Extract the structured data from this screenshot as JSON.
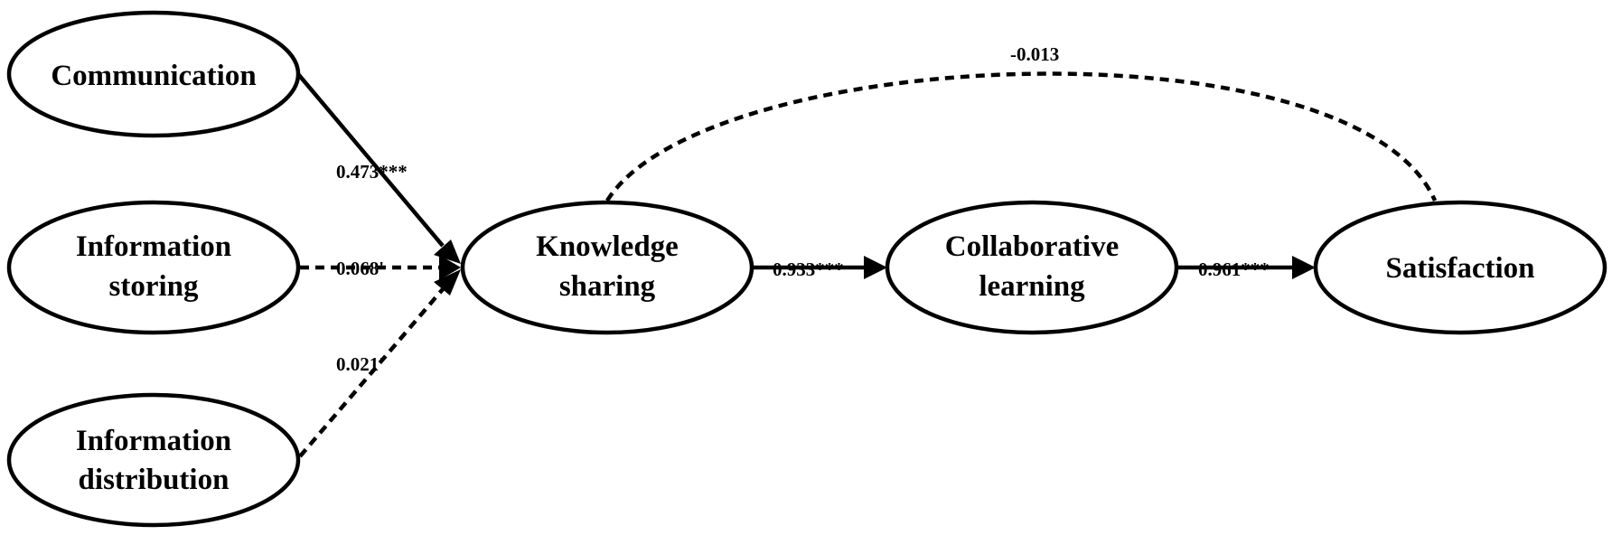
{
  "nodes": {
    "communication": {
      "lines": [
        "Communication"
      ]
    },
    "info_storing": {
      "lines": [
        "Information",
        "storing"
      ]
    },
    "info_distribution": {
      "lines": [
        "Information",
        "distribution"
      ]
    },
    "knowledge_sharing": {
      "lines": [
        "Knowledge",
        "sharing"
      ]
    },
    "collaborative_learning": {
      "lines": [
        "Collaborative",
        "learning"
      ]
    },
    "satisfaction": {
      "lines": [
        "Satisfaction"
      ]
    }
  },
  "edges": {
    "comm_to_ks": {
      "label": "0.473***",
      "style": "solid"
    },
    "storing_to_ks": {
      "label": "0.068'",
      "style": "dashed"
    },
    "distribution_to_ks": {
      "label": "0.021'",
      "style": "dashed"
    },
    "ks_to_cl": {
      "label": "0.933***",
      "style": "solid"
    },
    "cl_to_sat": {
      "label": "0.961***",
      "style": "solid"
    },
    "ks_to_sat": {
      "label": "-0.013",
      "style": "dashed"
    }
  },
  "colors": {
    "stroke": "#000000",
    "background": "#ffffff"
  }
}
